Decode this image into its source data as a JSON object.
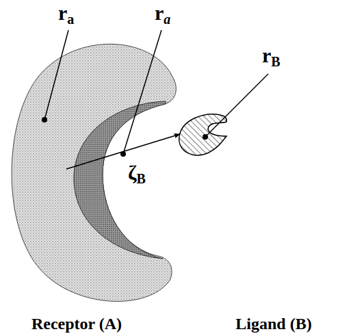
{
  "diagram": {
    "nodes": [
      {
        "text": [
          "Receptor (A)"
        ]
      },
      {
        "text": [
          "Ligand (B)"
        ]
      }
    ],
    "edges": [
      {
        "from": 0,
        "to": 1,
        "arrow": "to",
        "label": "ζB"
      }
    ],
    "labels": [
      "ra",
      "ra",
      "rB"
    ]
  }
}
